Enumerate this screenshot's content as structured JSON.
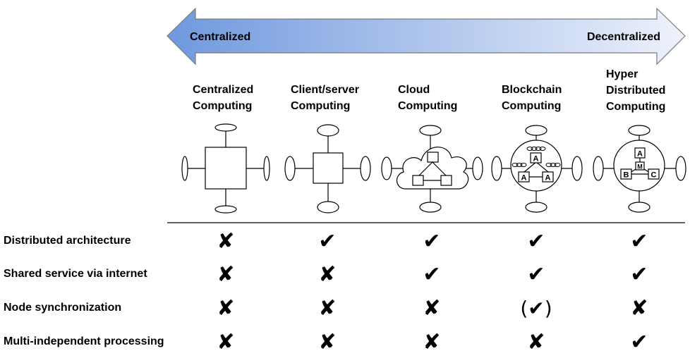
{
  "arrow": {
    "left_label": "Centralized",
    "right_label": "Decentralized",
    "gradient_start": "#6f98de",
    "gradient_end": "#eef2fb"
  },
  "columns": [
    {
      "title": "Centralized\nComputing",
      "icon": "centralized-server-icon"
    },
    {
      "title": "Client/server\nComputing",
      "icon": "client-server-icon"
    },
    {
      "title": "Cloud\nComputing",
      "icon": "cloud-icon"
    },
    {
      "title": "Blockchain\nComputing",
      "icon": "blockchain-network-icon"
    },
    {
      "title": "Hyper\nDistributed\nComputing",
      "icon": "hyper-distributed-network-icon"
    }
  ],
  "node_labels": {
    "blockchain": [
      "A",
      "A",
      "A"
    ],
    "hyper": [
      "A",
      "M",
      "B",
      "C"
    ]
  },
  "rows": [
    {
      "label": "Distributed architecture",
      "marks": [
        "cross",
        "check",
        "check",
        "check",
        "check"
      ]
    },
    {
      "label": "Shared service via internet",
      "marks": [
        "cross",
        "cross",
        "check",
        "check",
        "check"
      ]
    },
    {
      "label": "Node synchronization",
      "marks": [
        "cross",
        "cross",
        "cross",
        "partial",
        "cross"
      ]
    },
    {
      "label": "Multi-independent processing",
      "marks": [
        "cross",
        "cross",
        "cross",
        "cross",
        "check"
      ]
    }
  ],
  "symbols": {
    "check": "✔",
    "cross": "✘",
    "partial": "(✔)"
  }
}
